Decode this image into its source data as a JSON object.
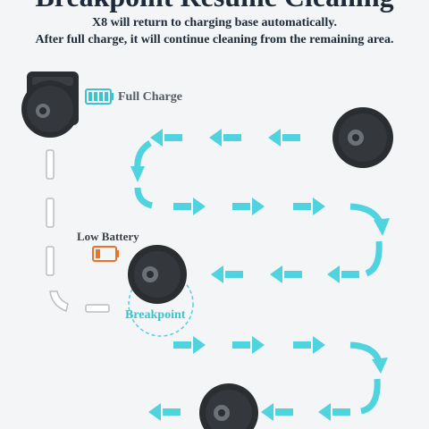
{
  "header": {
    "title": "Breakpoint Resume Cleaning",
    "line1": "X8 will return to charging base automatically.",
    "line2": "After full charge, it will continue cleaning from the remaining area."
  },
  "labels": {
    "full_charge": "Full Charge",
    "low_battery": "Low Battery",
    "breakpoint": "Breakpoint"
  },
  "icons": {
    "full_battery": "battery-full-icon",
    "low_battery": "battery-low-icon",
    "robot": "robot-vacuum-icon",
    "dock": "charging-dock-icon"
  },
  "colors": {
    "arrow": "#4fd3df",
    "full_battery": "#3cc3d1",
    "low_battery": "#e8742a",
    "robot": "#2b2e31",
    "title": "#1e2a38"
  }
}
